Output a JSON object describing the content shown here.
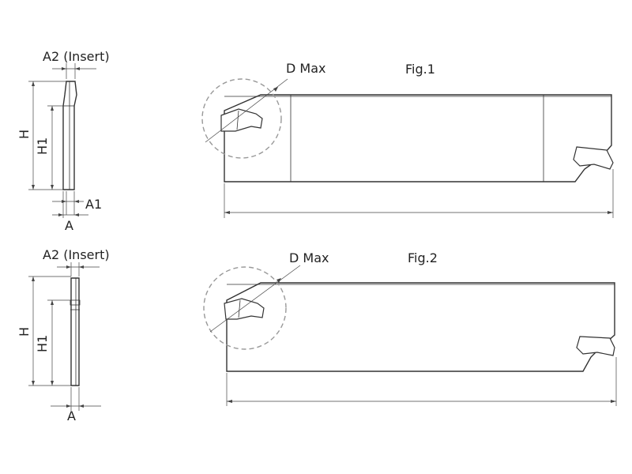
{
  "side_view_top": {
    "a2_label": "A2 (Insert)",
    "h_label": "H",
    "h1_label": "H1",
    "a1_label": "A1",
    "a_label": "A"
  },
  "side_view_bottom": {
    "a2_label": "A2 (Insert)",
    "h_label": "H",
    "h1_label": "H1",
    "a_label": "A"
  },
  "fig1": {
    "title": "Fig.1",
    "dmax_label": "D Max"
  },
  "fig2": {
    "title": "Fig.2",
    "dmax_label": "D Max"
  },
  "colors": {
    "line": "#333333",
    "dashed_circle": "#999999"
  }
}
